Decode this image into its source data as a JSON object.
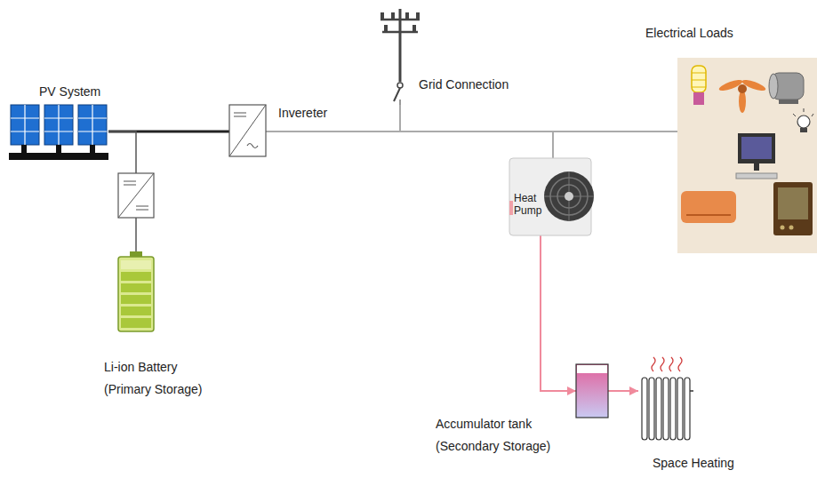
{
  "diagram": {
    "nodes": [
      {
        "text": [
          "PV System"
        ]
      },
      {
        "text": [
          "Invereter"
        ]
      },
      {
        "text": [
          "Grid Connection"
        ]
      },
      {
        "text": [
          "Electrical Loads"
        ]
      },
      {
        "text": [
          "Heat Pump"
        ]
      },
      {
        "text": [
          "Li-ion Battery (Primary Storage)"
        ]
      },
      {
        "text": [
          "Accumulator tank (Secondary Storage)"
        ]
      },
      {
        "text": [
          "Space Heating"
        ]
      }
    ],
    "edges": [
      {
        "from": 0,
        "to": 1,
        "arrow": "none"
      },
      {
        "from": 0,
        "to": 5,
        "arrow": "none"
      },
      {
        "from": 1,
        "to": 3,
        "arrow": "none"
      },
      {
        "from": 2,
        "to": 3,
        "arrow": "none"
      },
      {
        "from": 1,
        "to": 4,
        "arrow": "none"
      },
      {
        "from": 2,
        "to": 4,
        "arrow": "none"
      },
      {
        "from": 4,
        "to": 6,
        "arrow": "to"
      },
      {
        "from": 6,
        "to": 7,
        "arrow": "to"
      }
    ]
  }
}
